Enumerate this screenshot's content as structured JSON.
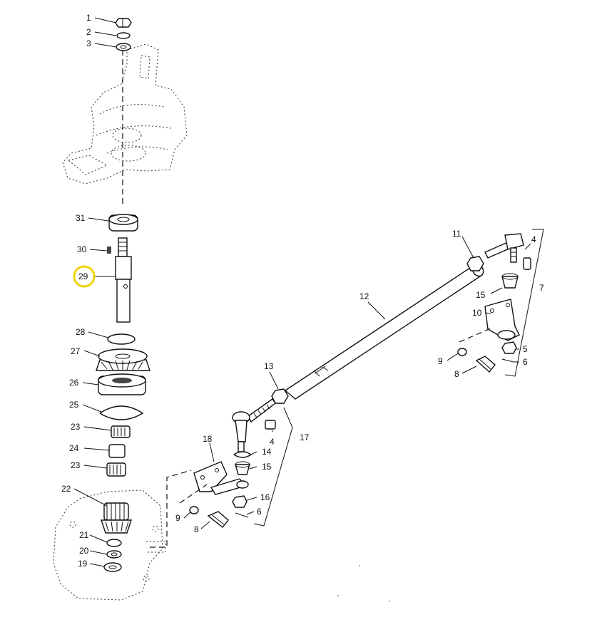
{
  "diagram": {
    "highlighted_callout": "29",
    "highlight_color": "#f2d20a",
    "callouts": {
      "c1": "1",
      "c2": "2",
      "c3": "3",
      "c31": "31",
      "c30": "30",
      "c29": "29",
      "c28": "28",
      "c27": "27",
      "c26": "26",
      "c25": "25",
      "c23a": "23",
      "c24": "24",
      "c23b": "23",
      "c22": "22",
      "c21": "21",
      "c20": "20",
      "c19": "19",
      "c11": "11",
      "c4a": "4",
      "c7": "7",
      "c15a": "15",
      "c10": "10",
      "c5": "5",
      "c9a": "9",
      "c6a": "6",
      "c8a": "8",
      "c12": "12",
      "c13": "13",
      "c17": "17",
      "c18": "18",
      "c4b": "4",
      "c14": "14",
      "c15b": "15",
      "c16": "16",
      "c6b": "6",
      "c9b": "9",
      "c8b": "8"
    }
  }
}
